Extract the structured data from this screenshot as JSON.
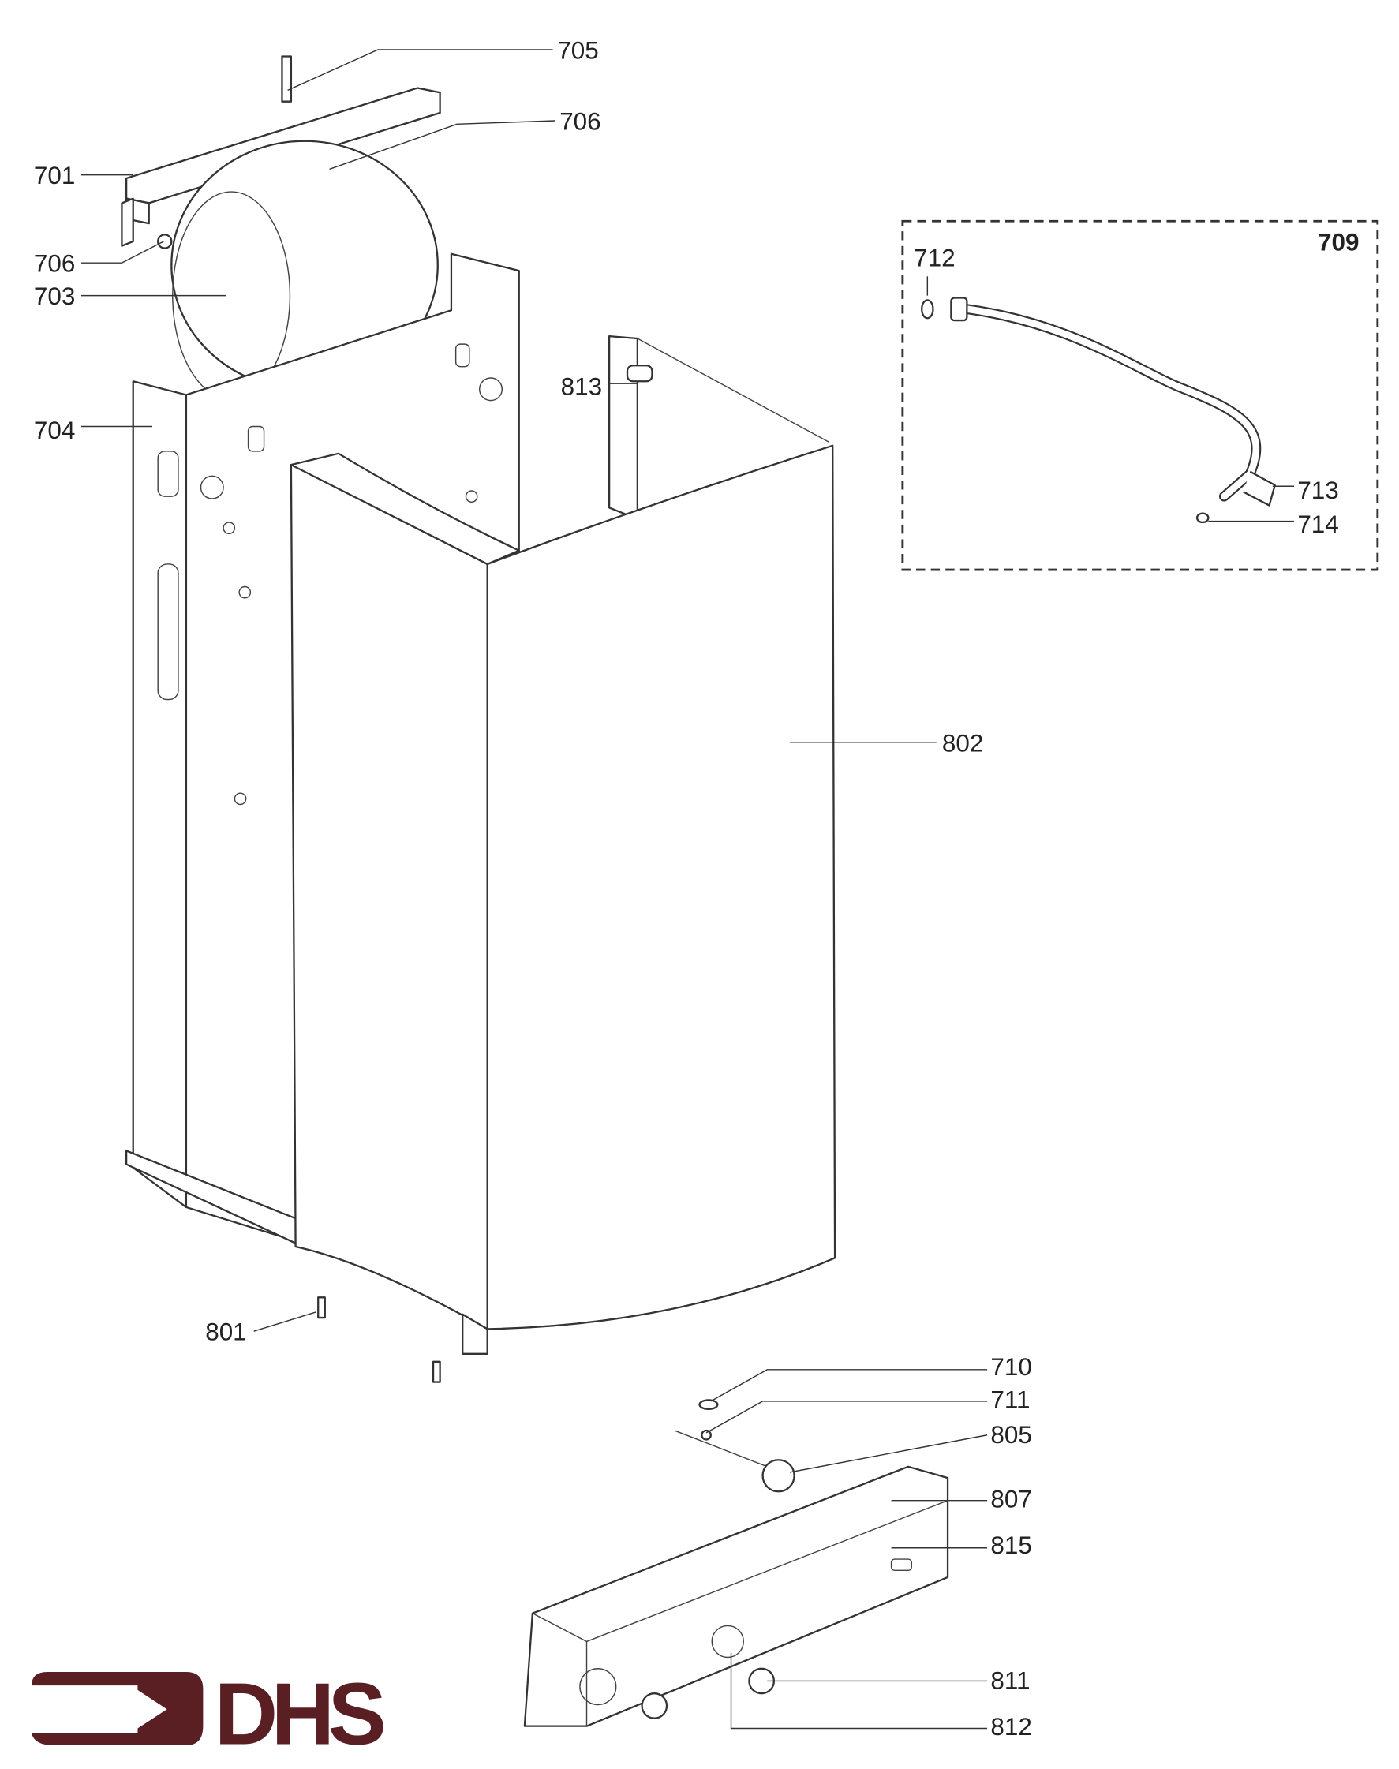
{
  "diagram": {
    "labels": {
      "p705": "705",
      "p706a": "706",
      "p701": "701",
      "p706b": "706",
      "p703": "703",
      "p704": "704",
      "p813": "813",
      "p802": "802",
      "p801": "801",
      "p710": "710",
      "p711": "711",
      "p805": "805",
      "p807": "807",
      "p815": "815",
      "p811": "811",
      "p812": "812"
    },
    "inset": {
      "title": "709",
      "labels": {
        "p712": "712",
        "p713": "713",
        "p714": "714"
      }
    }
  },
  "logo": {
    "text": "DHS",
    "color": "#5a1f22"
  }
}
